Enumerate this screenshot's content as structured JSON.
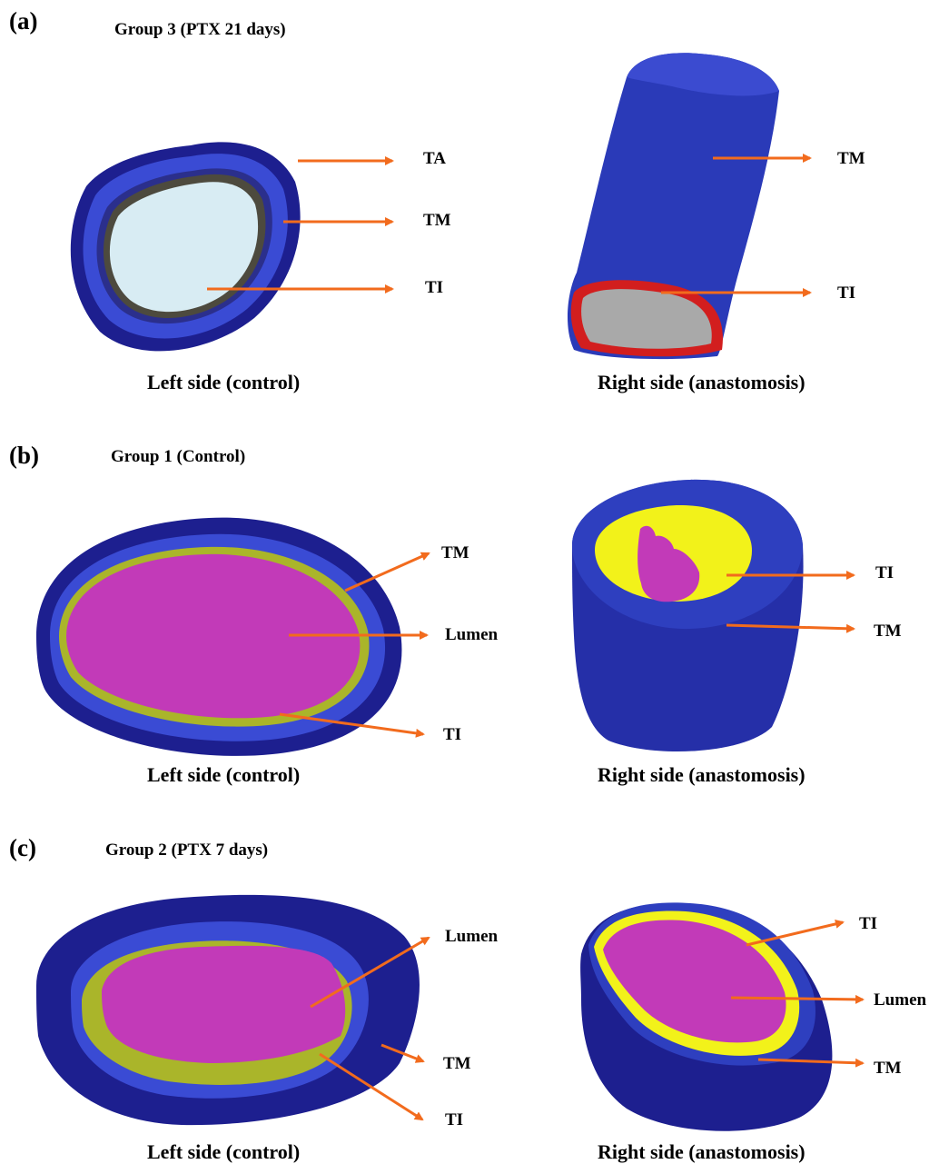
{
  "colors": {
    "outer_blue": "#1d1f8f",
    "mid_blue": "#3a4bd4",
    "tunica_media_blue": "#2e3fbf",
    "lumen_pink": "#c23ab8",
    "lumen_light": "#d8ecf3",
    "lumen_grey": "#a9a9a9",
    "intima_yellow": "#f2f21a",
    "intima_olive": "#aab52a",
    "intima_red": "#d21e1e",
    "arrow_orange": "#f26b1d"
  },
  "panel_a": {
    "letter": "(a)",
    "title": "Group 3 (PTX 21 days)",
    "left_caption": "Left side (control)",
    "right_caption": "Right side (anastomosis)",
    "left_labels": [
      "TA",
      "TM",
      "TI"
    ],
    "right_labels": [
      "TM",
      "TI"
    ]
  },
  "panel_b": {
    "letter": "(b)",
    "title": "Group 1 (Control)",
    "left_caption": "Left side (control)",
    "right_caption": "Right side (anastomosis)",
    "left_labels": [
      "TM",
      "Lumen",
      "TI"
    ],
    "right_labels": [
      "TI",
      "TM"
    ]
  },
  "panel_c": {
    "letter": "(c)",
    "title": "Group 2 (PTX 7 days)",
    "left_caption": "Left side (control)",
    "right_caption": "Right side (anastomosis)",
    "left_labels": [
      "Lumen",
      "TM",
      "TI"
    ],
    "right_labels": [
      "TI",
      "Lumen",
      "TM"
    ]
  }
}
